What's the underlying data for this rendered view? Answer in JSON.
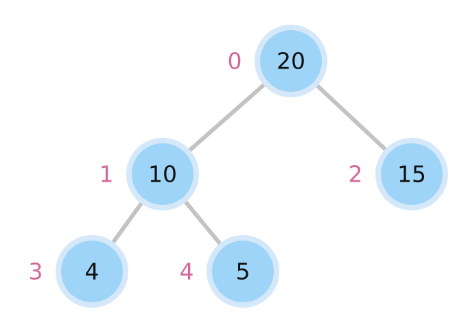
{
  "diagram": {
    "type": "binary-tree",
    "colors": {
      "edge": "#c3c3c3",
      "node_fill": "#9ed4f7",
      "node_ring": "#d4e8fa",
      "value_text": "#111111",
      "index_text": "#d4679a"
    },
    "nodes": [
      {
        "index": "0",
        "value": "20"
      },
      {
        "index": "1",
        "value": "10"
      },
      {
        "index": "2",
        "value": "15"
      },
      {
        "index": "3",
        "value": "4"
      },
      {
        "index": "4",
        "value": "5"
      }
    ],
    "edges": [
      {
        "from": "0",
        "to": "1"
      },
      {
        "from": "0",
        "to": "2"
      },
      {
        "from": "1",
        "to": "3"
      },
      {
        "from": "1",
        "to": "4"
      }
    ]
  }
}
